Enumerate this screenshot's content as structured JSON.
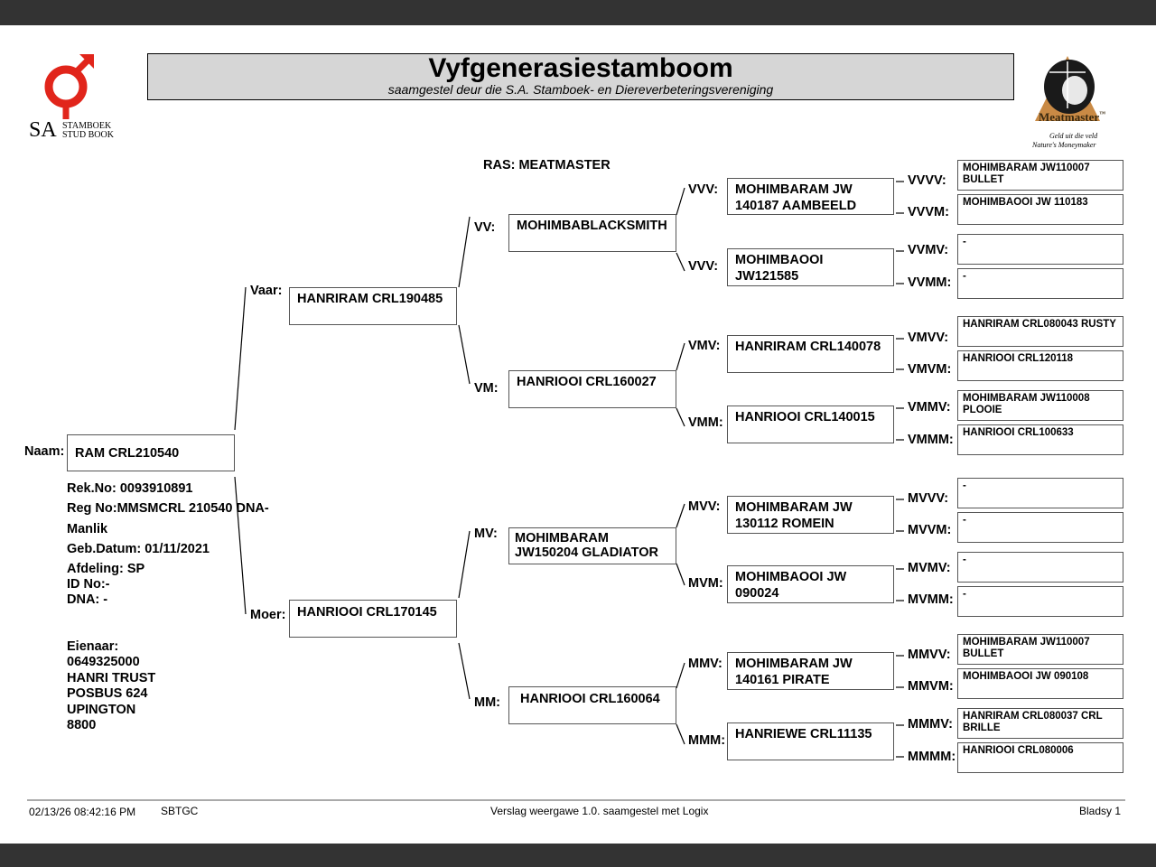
{
  "header": {
    "title": "Vyfgenerasiestamboom",
    "subtitle": "saamgestel deur die S.A. Stamboek- en Diereverbeteringsvereniging",
    "breed": "RAS: MEATMASTER"
  },
  "logo_left": {
    "sa": "SA",
    "line1": "STAMBOEK",
    "line2": "STUD BOOK",
    "accent": "#e1251b"
  },
  "logo_right": {
    "brand": "Meatmaster",
    "tm": "™",
    "tag1": "Geld uit die veld",
    "tag2": "Nature's Moneymaker"
  },
  "animal": {
    "label": "Naam:",
    "name": "RAM CRL210540",
    "rek": "Rek.No: 0093910891",
    "reg": "Reg No:MMSMCRL 210540 DNA-",
    "sex": "Manlik",
    "dob": "Geb.Datum: 01/11/2021",
    "afdeling": "Afdeling: SP",
    "id": "ID No:-",
    "dna": "DNA: -"
  },
  "owner": {
    "label": "Eienaar:",
    "l1": "0649325000",
    "l2": "HANRI TRUST",
    "l3": "POSBUS 624",
    "l4": "UPINGTON",
    "l5": "8800"
  },
  "gen1": {
    "vaar": {
      "label": "Vaar:",
      "name": "HANRIRAM CRL190485"
    },
    "moer": {
      "label": "Moer:",
      "name": "HANRIOOI CRL170145"
    }
  },
  "gen2": {
    "vv": {
      "label": "VV:",
      "name": "MOHIMBABLACKSMITH"
    },
    "vm": {
      "label": "VM:",
      "name": "HANRIOOI CRL160027"
    },
    "mv": {
      "label": "MV:",
      "name": "MOHIMBARAM JW150204 GLADIATOR"
    },
    "mm": {
      "label": "MM:",
      "name": "HANRIOOI CRL160064"
    }
  },
  "gen3": {
    "vvv": {
      "label": "VVV:",
      "name": "MOHIMBARAM JW 140187 AAMBEELD"
    },
    "vvm": {
      "label": "VVV:",
      "name": "MOHIMBAOOI JW121585"
    },
    "vmv": {
      "label": "VMV:",
      "name": "HANRIRAM CRL140078"
    },
    "vmm": {
      "label": "VMM:",
      "name": "HANRIOOI CRL140015"
    },
    "mvv": {
      "label": "MVV:",
      "name": "MOHIMBARAM JW 130112 ROMEIN"
    },
    "mvm": {
      "label": "MVM:",
      "name": "MOHIMBAOOI JW 090024"
    },
    "mmv": {
      "label": "MMV:",
      "name": "MOHIMBARAM JW 140161 PIRATE"
    },
    "mmm": {
      "label": "MMM:",
      "name": "HANRIEWE CRL11135"
    }
  },
  "gen4": [
    {
      "label": "VVVV:",
      "name": "MOHIMBARAM JW110007 BULLET"
    },
    {
      "label": "VVVM:",
      "name": "MOHIMBAOOI JW 110183"
    },
    {
      "label": "VVMV:",
      "name": "-"
    },
    {
      "label": "VVMM:",
      "name": "-"
    },
    {
      "label": "VMVV:",
      "name": "HANRIRAM CRL080043 RUSTY"
    },
    {
      "label": "VMVM:",
      "name": "HANRIOOI CRL120118"
    },
    {
      "label": "VMMV:",
      "name": "MOHIMBARAM JW110008 PLOOIE"
    },
    {
      "label": "VMMM:",
      "name": "HANRIOOI CRL100633"
    },
    {
      "label": "MVVV:",
      "name": "-"
    },
    {
      "label": "MVVM:",
      "name": "-"
    },
    {
      "label": "MVMV:",
      "name": "-"
    },
    {
      "label": "MVMM:",
      "name": "-"
    },
    {
      "label": "MMVV:",
      "name": "MOHIMBARAM JW110007 BULLET"
    },
    {
      "label": "MMVM:",
      "name": "MOHIMBAOOI JW 090108"
    },
    {
      "label": "MMMV:",
      "name": "HANRIRAM CRL080037 CRL BRILLE"
    },
    {
      "label": "MMMM:",
      "name": "HANRIOOI CRL080006"
    }
  ],
  "footer": {
    "datetime": "02/13/26 08:42:16 PM",
    "code": "SBTGC",
    "report": "Verslag weergawe 1.0. saamgestel met Logix",
    "page": "Bladsy 1"
  }
}
